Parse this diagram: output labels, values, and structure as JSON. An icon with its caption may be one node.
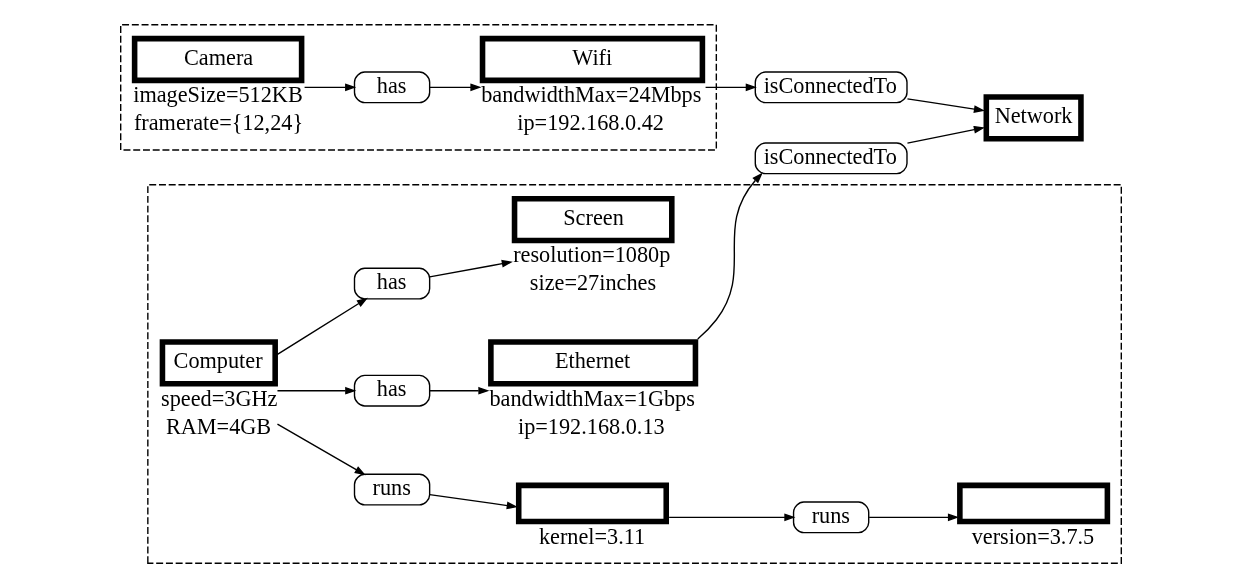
{
  "diagram": {
    "nodes": [
      {
        "text": [],
        "shape": "box"
      },
      {
        "text": [
          "Camera"
        ],
        "in": 0,
        "beside": [
          "imageSize=512KB",
          "framerate={12,24}"
        ]
      },
      {
        "text": [
          "has"
        ],
        "in": 0
      },
      {
        "text": [
          "Wifi"
        ],
        "in": 0,
        "beside": [
          "bandwidthMax=24Mbps",
          "ip=192.168.0.42"
        ]
      },
      {
        "text": [
          "isConnectedTo"
        ]
      },
      {
        "text": [
          "Network"
        ]
      },
      {
        "text": [
          "isConnectedTo"
        ]
      },
      {
        "text": [],
        "shape": "box"
      },
      {
        "text": [],
        "shape": "box",
        "in": 7,
        "beside": [
          "kernel=3.11"
        ]
      },
      {
        "text": [
          "runs"
        ],
        "in": 7
      },
      {
        "text": [
          "Computer"
        ],
        "in": 7,
        "beside": [
          "speed=3GHz",
          "RAM=4GB"
        ]
      },
      {
        "text": [
          "has"
        ],
        "in": 7
      },
      {
        "text": [
          "Ethernet"
        ],
        "in": 7,
        "beside": [
          "bandwidthMax=1Gbps",
          "ip=192.168.0.13"
        ]
      },
      {
        "text": [
          "runs"
        ],
        "in": 7
      },
      {
        "text": [],
        "shape": "box",
        "in": 7,
        "beside": [
          "version=3.7.5"
        ]
      },
      {
        "text": [
          "has"
        ],
        "in": 7
      },
      {
        "text": [
          "Screen"
        ],
        "in": 7,
        "beside": [
          "resolution=1080p",
          "size=27inches"
        ]
      }
    ],
    "edges": [
      {
        "from": 1,
        "to": 2,
        "arrow": "to"
      },
      {
        "from": 2,
        "to": 3,
        "arrow": "to"
      },
      {
        "from": 3,
        "to": 4,
        "arrow": "to"
      },
      {
        "from": 4,
        "to": 5,
        "arrow": "to"
      },
      {
        "from": 12,
        "to": 6,
        "arrow": "to"
      },
      {
        "from": 6,
        "to": 5,
        "arrow": "to"
      },
      {
        "from": 10,
        "to": 9,
        "arrow": "to"
      },
      {
        "from": 9,
        "to": 8,
        "arrow": "to"
      },
      {
        "from": 10,
        "to": 11,
        "arrow": "to"
      },
      {
        "from": 11,
        "to": 12,
        "arrow": "to"
      },
      {
        "from": 10,
        "to": 15,
        "arrow": "to"
      },
      {
        "from": 15,
        "to": 16,
        "arrow": "to"
      },
      {
        "from": 8,
        "to": 13,
        "arrow": "to"
      },
      {
        "from": 13,
        "to": 14,
        "arrow": "to"
      }
    ]
  }
}
